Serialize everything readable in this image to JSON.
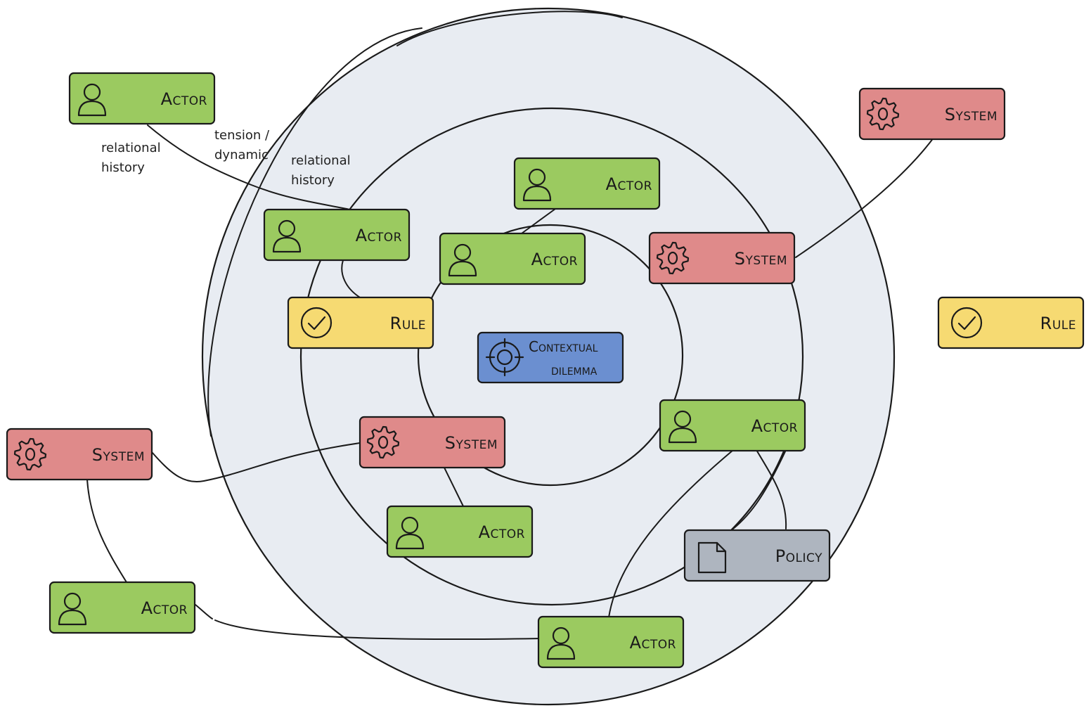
{
  "colors": {
    "actor": "#9bca60",
    "system": "#df8a8a",
    "rule": "#f6da72",
    "policy": "#aeb5bf",
    "dilemma": "#6b8fd0",
    "circle_fill": "#e8ecf2",
    "stroke": "#1a1a1a"
  },
  "center": {
    "line1": "Contextual",
    "line2": "dilemma",
    "icon": "crosshair-icon"
  },
  "nodes": [
    {
      "id": "actor-top-left",
      "type": "actor",
      "label": "Actor",
      "icon": "person-icon"
    },
    {
      "id": "system-top-right",
      "type": "system",
      "label": "System",
      "icon": "gear-icon"
    },
    {
      "id": "actor-upper-center",
      "type": "actor",
      "label": "Actor",
      "icon": "person-icon"
    },
    {
      "id": "actor-inner-left",
      "type": "actor",
      "label": "Actor",
      "icon": "person-icon"
    },
    {
      "id": "actor-inner-center",
      "type": "actor",
      "label": "Actor",
      "icon": "person-icon"
    },
    {
      "id": "system-inner-right",
      "type": "system",
      "label": "System",
      "icon": "gear-icon"
    },
    {
      "id": "rule-inner-left",
      "type": "rule",
      "label": "Rule",
      "icon": "check-icon"
    },
    {
      "id": "rule-far-right",
      "type": "rule",
      "label": "Rule",
      "icon": "check-icon"
    },
    {
      "id": "system-far-left",
      "type": "system",
      "label": "System",
      "icon": "gear-icon"
    },
    {
      "id": "system-inner-bottom",
      "type": "system",
      "label": "System",
      "icon": "gear-icon"
    },
    {
      "id": "actor-inner-right",
      "type": "actor",
      "label": "Actor",
      "icon": "person-icon"
    },
    {
      "id": "actor-lower-center",
      "type": "actor",
      "label": "Actor",
      "icon": "person-icon"
    },
    {
      "id": "policy-lower-right",
      "type": "policy",
      "label": "Policy",
      "icon": "document-icon"
    },
    {
      "id": "actor-bottom-left",
      "type": "actor",
      "label": "Actor",
      "icon": "person-icon"
    },
    {
      "id": "actor-bottom-center",
      "type": "actor",
      "label": "Actor",
      "icon": "person-icon"
    }
  ],
  "annotations": [
    {
      "id": "note-relational-1",
      "lines": [
        "relational",
        "history"
      ]
    },
    {
      "id": "note-tension",
      "lines": [
        "tension /",
        "dynamic"
      ]
    },
    {
      "id": "note-relational-2",
      "lines": [
        "relational",
        "history"
      ]
    }
  ]
}
